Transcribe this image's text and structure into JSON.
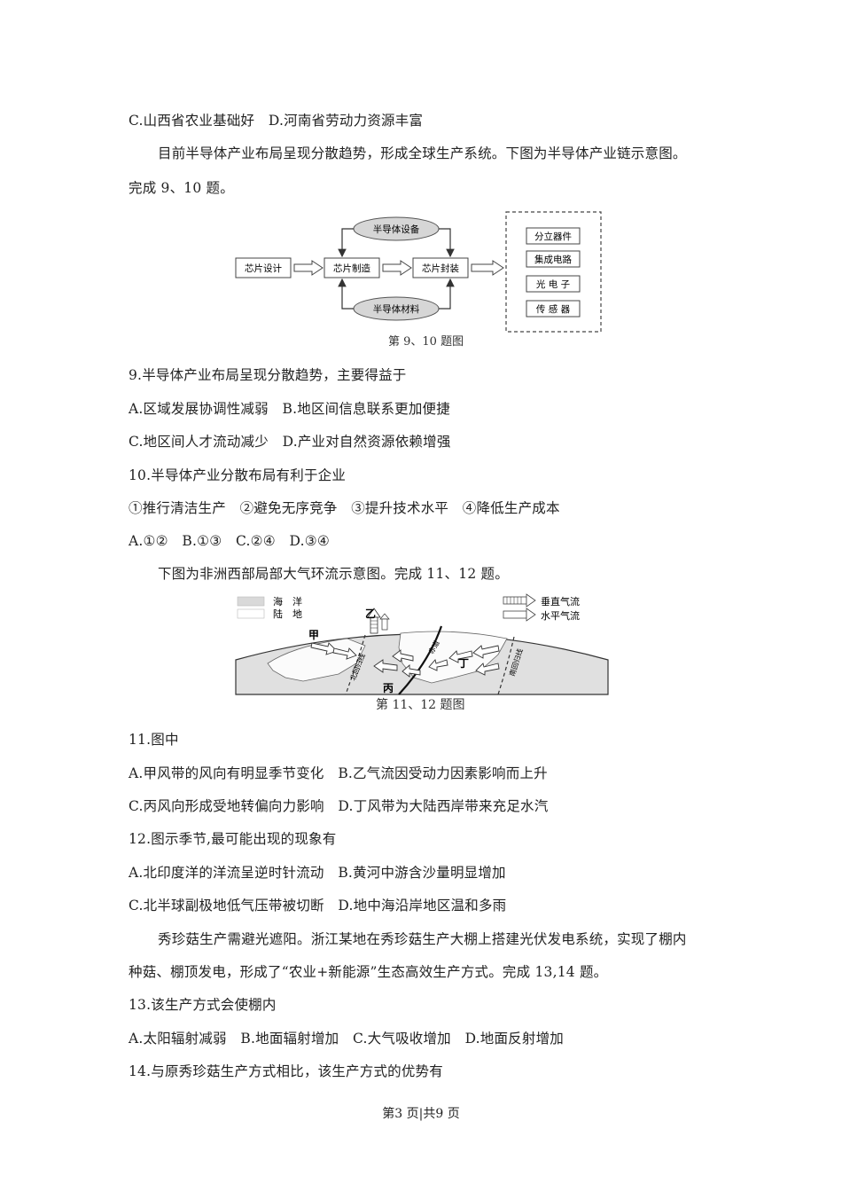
{
  "lines": {
    "l1": "C.山西省农业基础好　D.河南省劳动力资源丰富",
    "l2": "目前半导体产业布局呈现分散趋势，形成全球生产系统。下图为半导体产业链示意图。",
    "l3": "完成 9、10 题。",
    "q9": "9.半导体产业布局呈现分散趋势，主要得益于",
    "q9ab": "A.区域发展协调性减弱　B.地区间信息联系更加便捷",
    "q9cd": "C.地区间人才流动减少　D.产业对自然资源依赖增强",
    "q10": "10.半导体产业分散布局有利于企业",
    "q10opts": "①推行清洁生产　②避免无序竞争　③提升技术水平　④降低生产成本",
    "q10ans": "A.①②　B.①③　C.②④　D.③④",
    "intro11": "下图为非洲西部局部大气环流示意图。完成 11、12 题。",
    "q11": "11.图中",
    "q11ab": "A.甲风带的风向有明显季节变化　B.乙气流因受动力因素影响而上升",
    "q11cd": "C.丙风向形成受地转偏向力影响　D.丁风带为大陆西岸带来充足水汽",
    "q12": "12.图示季节,最可能出现的现象有",
    "q12ab": "A.北印度洋的洋流呈逆时针流动　B.黄河中游含沙量明显增加",
    "q12cd": "C.北半球副极地低气压带被切断　D.地中海沿岸地区温和多雨",
    "intro13a": "秀珍菇生产需避光遮阳。浙江某地在秀珍菇生产大棚上搭建光伏发电系统，实现了棚内",
    "intro13b": "种菇、棚顶发电，形成了“农业+新能源”生态高效生产方式。完成 13,14 题。",
    "q13": "13.该生产方式会使棚内",
    "q13opts": "A.太阳辐射减弱　B.地面辐射增加　C.大气吸收增加　D.地面反射增加",
    "q14": "14.与原秀珍菇生产方式相比，该生产方式的优势有"
  },
  "fig1": {
    "design": "芯片设计",
    "manufacture": "芯片制造",
    "package": "芯片封装",
    "equipment": "半导体设备",
    "materials": "半导体材料",
    "outputs": [
      "分立器件",
      "集成电路",
      "光 电 子",
      "传 感 器"
    ],
    "caption": "第 9、10 题图"
  },
  "fig2": {
    "legend_ocean": "海　洋",
    "legend_land": "陆　地",
    "legend_vertical": "垂直气流",
    "legend_horizontal": "水平气流",
    "jia": "甲",
    "yi": "乙",
    "bing": "丙",
    "ding": "丁",
    "north_tropic": "北回归线",
    "equator": "赤道",
    "south_tropic": "南回归线",
    "caption": "第 11、12 题图"
  },
  "footer": "第3 页|共9 页"
}
